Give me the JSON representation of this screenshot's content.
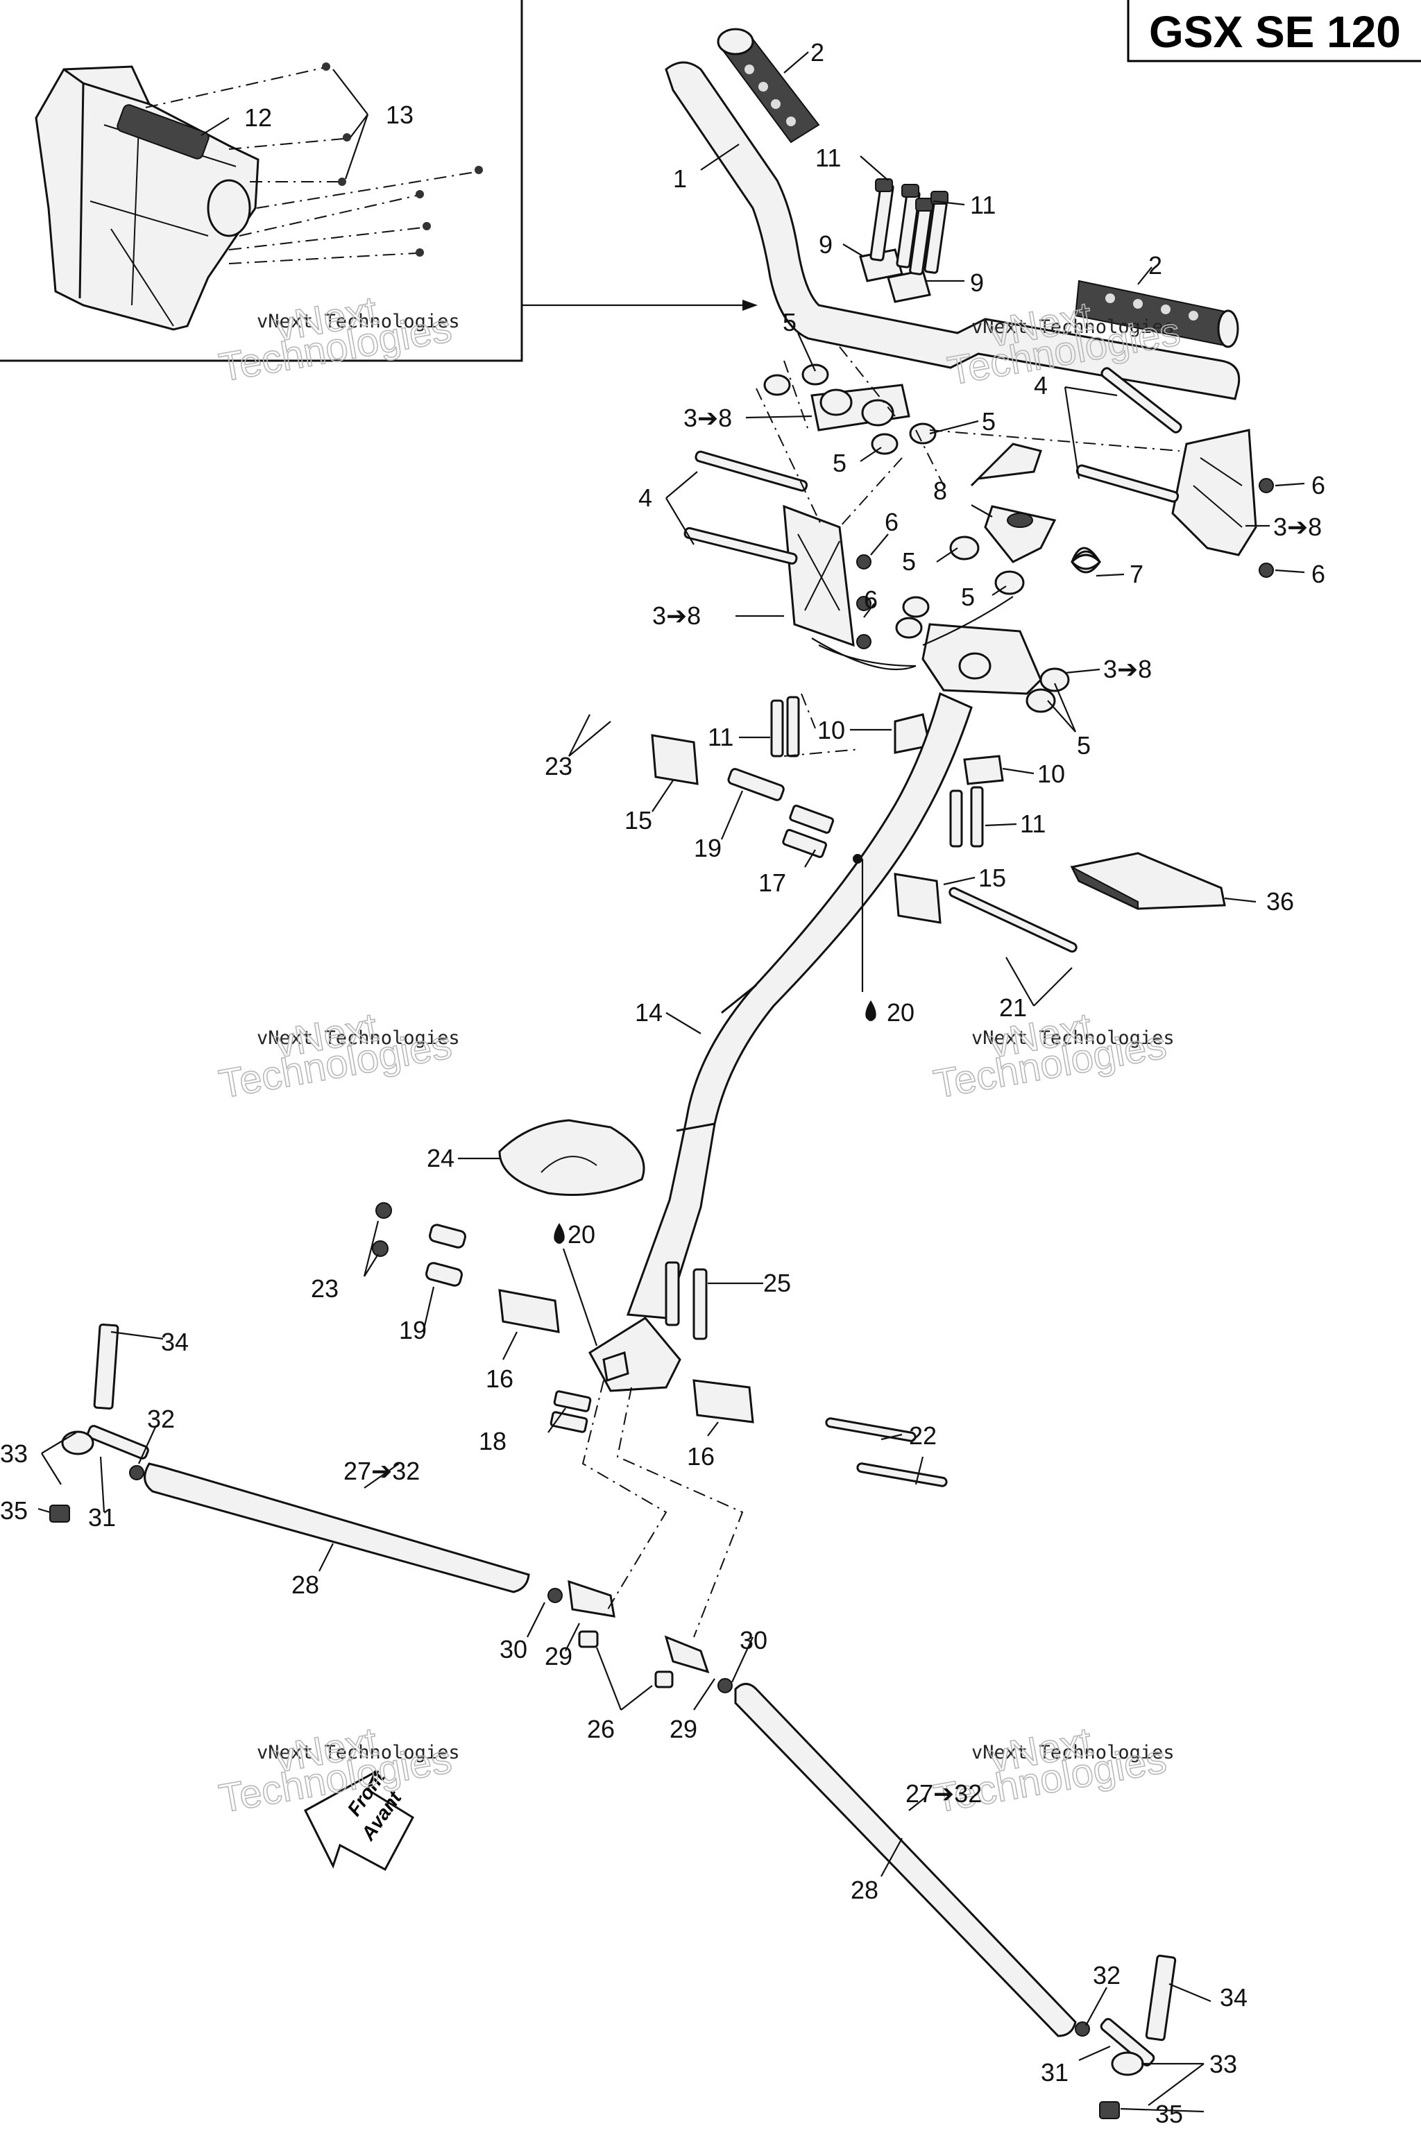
{
  "title": "GSX SE 120",
  "watermark": {
    "line1": "vNext Technologies",
    "line2": "Technologies",
    "line3": "vNext"
  },
  "front_arrow": {
    "line1": "Front",
    "line2": "Avant"
  },
  "callouts": {
    "c1": "1",
    "c2a": "2",
    "c2b": "2",
    "c3_8a": "3➔8",
    "c3_8b": "3➔8",
    "c3_8c": "3➔8",
    "c3_8d": "3➔8",
    "c4a": "4",
    "c4b": "4",
    "c5a": "5",
    "c5b": "5",
    "c5c": "5",
    "c5d": "5",
    "c5e": "5",
    "c5f": "5",
    "c6a": "6",
    "c6b": "6",
    "c6c": "6",
    "c6d": "6",
    "c7": "7",
    "c8": "8",
    "c9a": "9",
    "c9b": "9",
    "c10a": "10",
    "c10b": "10",
    "c11a": "11",
    "c11b": "11",
    "c11c": "11",
    "c11d": "11",
    "c12": "12",
    "c13": "13",
    "c14": "14",
    "c15a": "15",
    "c15b": "15",
    "c16a": "16",
    "c16b": "16",
    "c17": "17",
    "c18": "18",
    "c19a": "19",
    "c19b": "19",
    "c20a": "20",
    "c20b": "20",
    "c21": "21",
    "c22": "22",
    "c23a": "23",
    "c23b": "23",
    "c24": "24",
    "c25": "25",
    "c26": "26",
    "c27_32a": "27➔32",
    "c27_32b": "27➔32",
    "c28a": "28",
    "c28b": "28",
    "c29a": "29",
    "c29b": "29",
    "c30a": "30",
    "c30b": "30",
    "c31a": "31",
    "c31b": "31",
    "c32a": "32",
    "c32b": "32",
    "c33a": "33",
    "c33b": "33",
    "c34a": "34",
    "c34b": "34",
    "c35a": "35",
    "c35b": "35",
    "c36": "36"
  }
}
